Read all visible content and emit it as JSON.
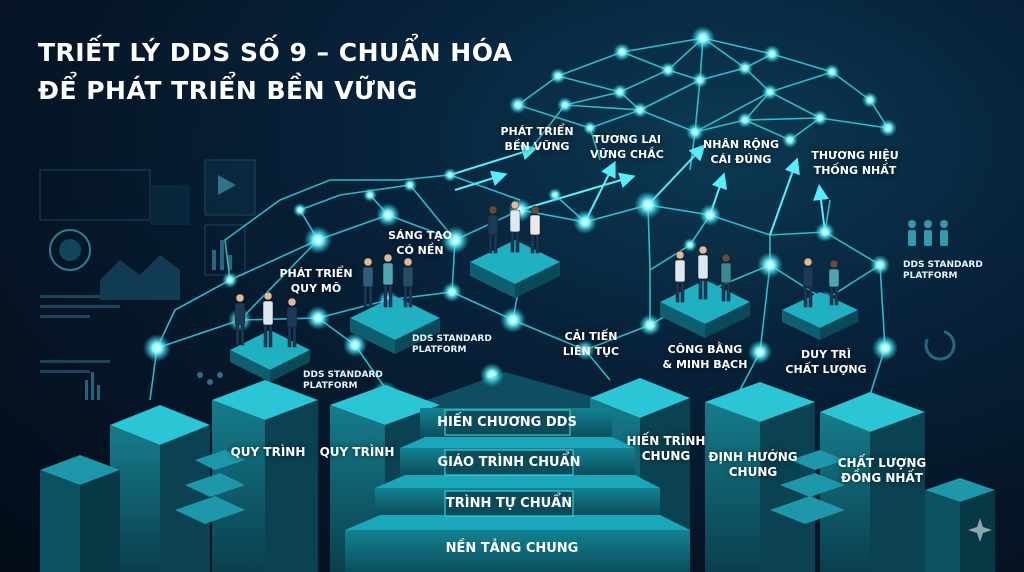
{
  "title": {
    "line1": "TRIẾT LÝ DDS SỐ 9 – CHUẨN HÓA",
    "line2": "ĐỂ PHÁT TRIỂN BỀN VỮNG"
  },
  "top_labels": {
    "phat_trien_ben_vung": [
      "PHÁT TRIỂN",
      "BỀN VỮNG"
    ],
    "tuong_lai": [
      "TƯƠNG LAI",
      "VỮNG CHẮC"
    ],
    "nhan_rong": [
      "NHÂN RỘNG",
      "CÁI ĐÚNG"
    ],
    "thuong_hieu": [
      "THƯƠNG HIỆU",
      "THỐNG NHẤT"
    ]
  },
  "mid_labels": {
    "sang_tao": [
      "SÁNG TẠO",
      "CÓ NỀN"
    ],
    "phat_trien_quy_mo": [
      "PHÁT TRIỂN",
      "QUY MÔ"
    ],
    "cai_tien": [
      "CẢI TIẾN",
      "LIÊN TỤC"
    ],
    "cong_bang": [
      "CÔNG BẰNG",
      "& MINH BẠCH"
    ],
    "duy_tri": [
      "DUY TRÌ",
      "CHẤT LƯỢNG"
    ]
  },
  "platform_labels": {
    "left": [
      "DDS STANDARD",
      "PLATFORM"
    ],
    "center_left": [
      "DDS STANDARD",
      "PLATFORM"
    ],
    "right": [
      "DDS STANDARD",
      "PLATFORM"
    ]
  },
  "pillar_labels": {
    "quy_trinh_1": "QUY TRÌNH",
    "quy_trinh_2": "QUY TRÌNH",
    "hien_trinh": [
      "HIẾN TRÌNH",
      "CHUNG"
    ],
    "dinh_huong": [
      "ĐỊNH HƯỚNG",
      "CHUNG"
    ],
    "chat_luong": [
      "CHẤT LƯỢNG",
      "ĐỒNG NHẤT"
    ]
  },
  "steps": [
    "HIẾN CHƯƠNG DDS",
    "GIÁO TRÌNH CHUẨN",
    "TRÌNH TỰ CHUẨN",
    "NỀN TẢNG CHUNG"
  ],
  "colors": {
    "background": "#051425",
    "node": "#5ff3ff",
    "line": "#2fd6e6",
    "pillar": "#0f6f80",
    "pillar_top": "#27c3d2",
    "step": "#0e5a6a"
  }
}
